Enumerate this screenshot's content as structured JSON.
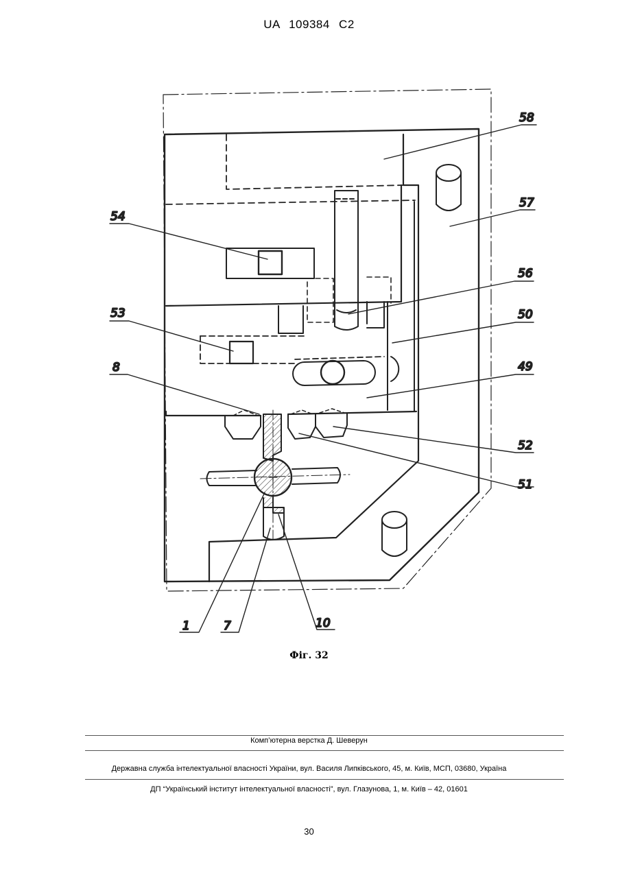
{
  "header": {
    "doc_id": "UA   109384   C2"
  },
  "figure": {
    "caption": "Фіг. 32",
    "labels": {
      "l58": "58",
      "l57": "57",
      "l54": "54",
      "l56": "56",
      "l53": "53",
      "l50": "50",
      "l8": "8",
      "l49": "49",
      "l52": "52",
      "l51": "51",
      "l1": "1",
      "l7": "7",
      "l10": "10"
    }
  },
  "footer": {
    "layout_credit": "Комп’ютерна верстка Д. Шеверун",
    "agency": "Державна служба інтелектуальної власності України, вул. Василя Липківського, 45, м. Київ, МСП, 03680, Україна",
    "institute": "ДП “Український інститут інтелектуальної власності”, вул. Глазунова, 1, м. Київ – 42, 01601",
    "page_number": "30"
  }
}
